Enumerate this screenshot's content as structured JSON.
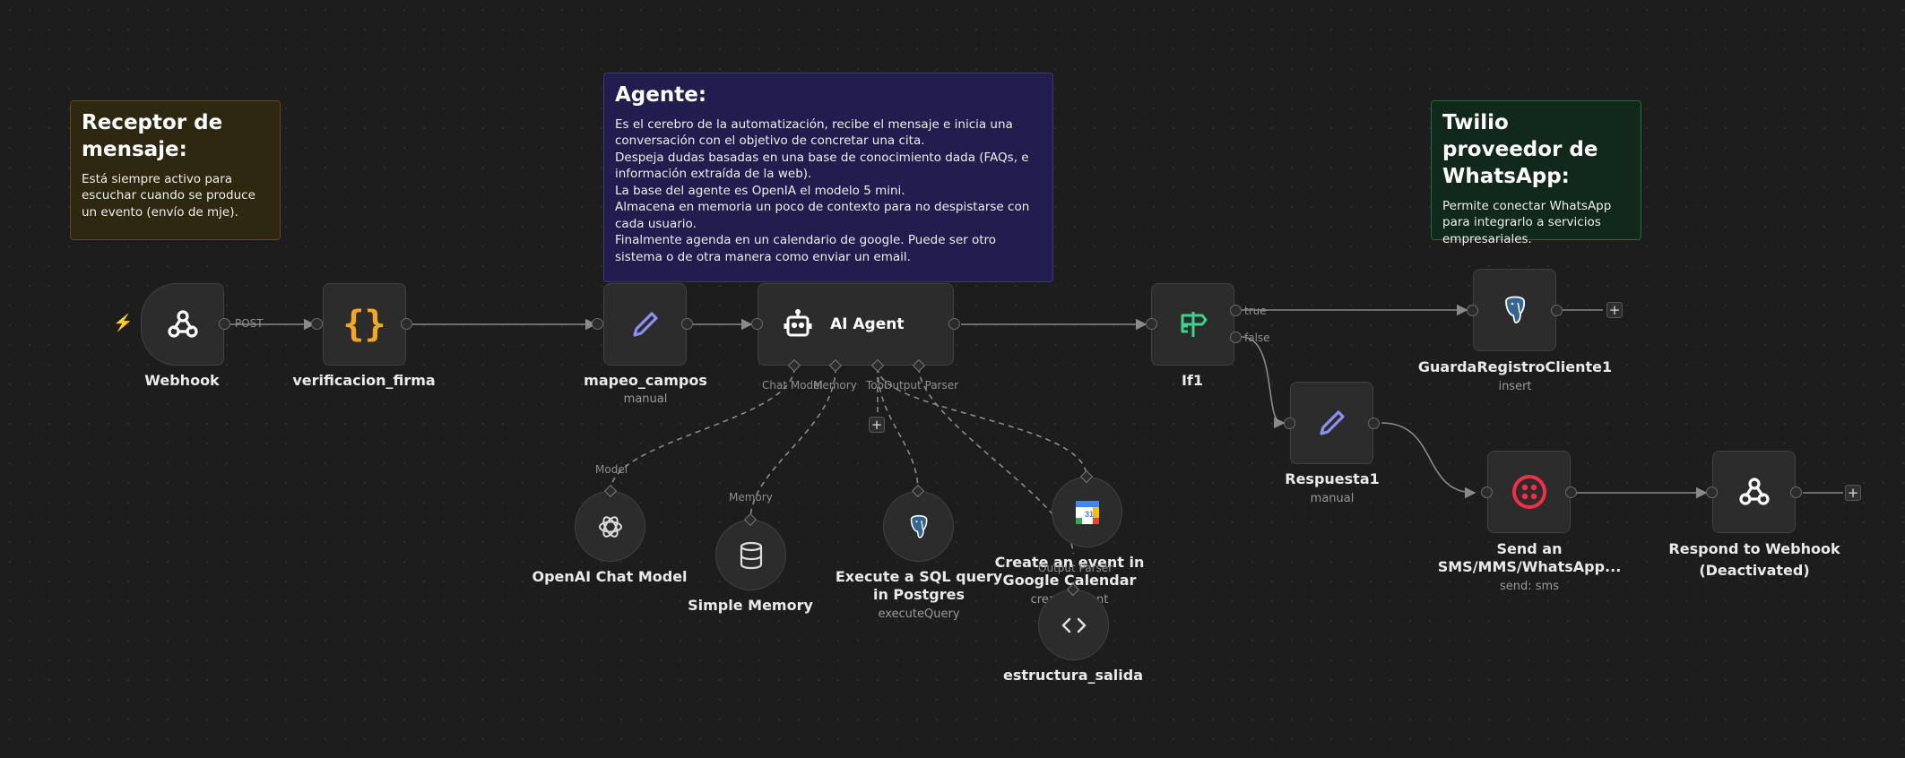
{
  "stickies": {
    "receptor": {
      "title": "Receptor de mensaje:",
      "text": "Está siempre activo para escuchar cuando se produce un evento (envío de mje)."
    },
    "agente": {
      "title": "Agente:",
      "lines": [
        "Es el cerebro de la automatización, recibe el mensaje e inicia una conversación con el objetivo de concretar una cita.",
        "Despeja dudas basadas en una base de conocimiento dada (FAQs, e información extraída de la web).",
        "La base del agente es OpenIA el modelo 5 mini.",
        "Almacena en memoria un poco de contexto para no despistarse con cada usuario.",
        "Finalmente agenda en un calendario de google. Puede ser otro sistema o de otra manera como enviar un email."
      ]
    },
    "twilio": {
      "title": "Twilio proveedor de WhatsApp:",
      "text": "Permite conectar WhatsApp para integrarlo a servicios empresariales."
    }
  },
  "nodes": {
    "webhook": {
      "label": "Webhook",
      "icon": "webhook-icon"
    },
    "verificacion": {
      "label": "verificacion_firma",
      "icon": "code-braces-icon"
    },
    "mapeo": {
      "label": "mapeo_campos",
      "sub": "manual",
      "icon": "pencil-icon"
    },
    "agent": {
      "label": "AI Agent",
      "icon": "robot-icon"
    },
    "if1": {
      "label": "If1",
      "icon": "signpost-icon"
    },
    "guarda": {
      "label": "GuardaRegistroCliente1",
      "sub": "insert",
      "icon": "postgres-icon"
    },
    "respuesta": {
      "label": "Respuesta1",
      "sub": "manual",
      "icon": "pencil-icon"
    },
    "twilio": {
      "label_line1": "Send an",
      "label_line2": "SMS/MMS/WhatsApp...",
      "sub": "send: sms",
      "icon": "twilio-icon"
    },
    "respond": {
      "label_line1": "Respond to Webhook",
      "label_line2": "(Deactivated)",
      "icon": "webhook-icon"
    },
    "openai": {
      "label": "OpenAI Chat Model",
      "icon": "openai-icon"
    },
    "memory": {
      "label": "Simple Memory",
      "icon": "database-icon"
    },
    "sql": {
      "label_line1": "Execute a SQL query",
      "label_line2": "in Postgres",
      "sub": "executeQuery",
      "icon": "postgres-icon"
    },
    "calendar": {
      "label_line1": "Create an event in",
      "label_line2": "Google Calendar",
      "sub": "create: event",
      "icon": "google-calendar-icon"
    },
    "estructura": {
      "label": "estructura_salida",
      "icon": "code-brackets-icon"
    }
  },
  "wire_labels": {
    "post": "POST",
    "true": "true",
    "false": "false",
    "chat_model": "Chat Model",
    "memory": "Memory",
    "tool": "Tool",
    "output_parser": "Output Parser",
    "model_in": "Model",
    "memory_in": "Memory",
    "output_parser_in": "Output Parser"
  },
  "colors": {
    "canvas": "#1d1d1d",
    "node_bg": "#2c2c2c",
    "code_orange": "#f5a623",
    "pencil_purple": "#8e8ef2",
    "if_green": "#3ed38b",
    "twilio_red": "#f22f46",
    "postgres_blue": "#336791",
    "trigger_bolt": "#e8734a"
  }
}
